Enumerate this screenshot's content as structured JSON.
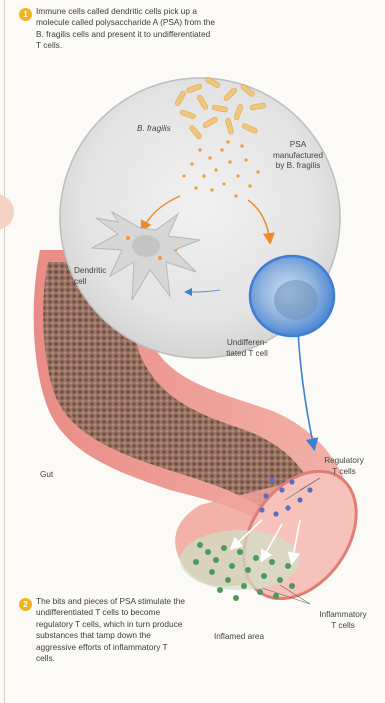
{
  "steps": [
    {
      "number": "1",
      "text": "Immune cells called dendritic cells pick up a molecule called polysaccharide A (PSA) from the B. fragilis cells and present it to undifferentiated T cells."
    },
    {
      "number": "2",
      "text": "The bits and pieces of PSA stimulate the undifferentiated T cells to become regulatory T cells, which in turn produce substances that tamp down the aggressive efforts of inflammatory T cells."
    }
  ],
  "labels": {
    "bfragilis": "B. fragilis",
    "psa_line1": "PSA",
    "psa_line2": "manufactured",
    "psa_line3": "by B. fragilis",
    "dendritic_line1": "Dendritic",
    "dendritic_line2": "cell",
    "undiff_line1": "Undifferen-",
    "undiff_line2": "tiated T cell",
    "gut": "Gut",
    "regulatory_line1": "Regulatory",
    "regulatory_line2": "T cells",
    "inflammatory_line1": "Inflammatory",
    "inflammatory_line2": "T cells",
    "inflamed": "Inflamed area"
  },
  "colors": {
    "step_badge": "#f2b41e",
    "gut_wall": "#e98c86",
    "gut_lining": "#8c6a5c",
    "bacteria": "#f0c77a",
    "psa_dots": "#f09a34",
    "t_cell": "#3f7fd3",
    "regulatory_cells": "#5a6fc4",
    "inflammatory_cells": "#4e9a5a",
    "circle_bg": "#e2e2e2"
  }
}
